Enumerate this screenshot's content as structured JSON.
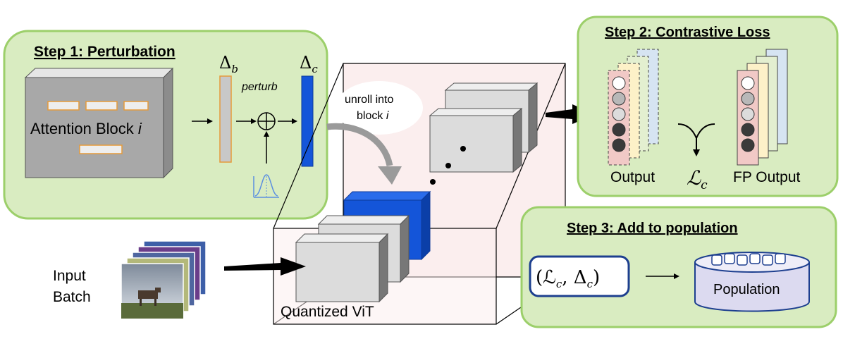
{
  "step1": {
    "title": "Step 1: Perturbation",
    "attention_block_label": "Attention Block",
    "attention_block_index": "i",
    "delta_b": "Δ",
    "delta_b_sub": "b",
    "delta_c": "Δ",
    "delta_c_sub": "c",
    "perturb_label": "perturb",
    "oplus": "⊕"
  },
  "middle": {
    "unroll_line1": "unroll into",
    "unroll_line2": "block",
    "unroll_index": "i",
    "quantized_vit_label": "Quantized ViT",
    "input_line1": "Input",
    "input_line2": "Batch"
  },
  "step2": {
    "title": "Step 2: Contrastive Loss",
    "output_label": "Output",
    "loss_symbol": "ℒ",
    "loss_sub": "c",
    "fp_output_label": "FP Output"
  },
  "step3": {
    "title": "Step 3: Add to population",
    "tuple_text": "(ℒ",
    "tuple_sub": "c",
    "tuple_mid": ", Δ",
    "tuple_sub2": "c",
    "tuple_close": ")",
    "population_label": "Population"
  },
  "colors": {
    "panel_fill": "#d9ecc1",
    "panel_stroke": "#9ccf6a",
    "delta_c_fill": "#1455d9",
    "delta_b_fill": "#c8c8c8",
    "vit_fill": "#fbeeee",
    "orange": "#e59a3a",
    "pink": "#f1c9c6",
    "yellow": "#fdf1c8",
    "green": "#e3efd0",
    "blue": "#d6e4f2",
    "population_fill": "#dcdaf0"
  }
}
